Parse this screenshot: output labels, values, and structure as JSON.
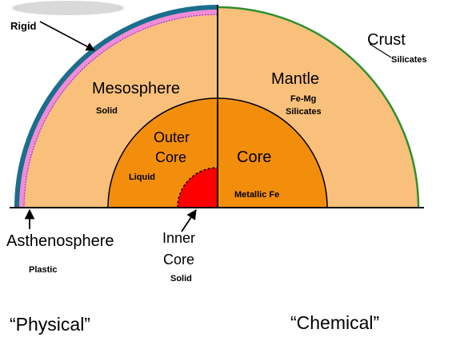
{
  "colors": {
    "mesosphere": "#f9c07c",
    "outer_core": "#f28e0c",
    "inner_core": "#ff0000",
    "lithosphere_band": "#1a6e8c",
    "asthenosphere_band": "#f08cd8",
    "crust_line": "#2f8f2f",
    "outline": "#000000",
    "top_smudge": "#d9d9d9"
  },
  "labels": {
    "rigid": "Rigid",
    "mesosphere": "Mesosphere",
    "mesosphere_state": "Solid",
    "outer_core_line1": "Outer",
    "outer_core_line2": "Core",
    "outer_core_state": "Liquid",
    "inner_core_line1": "Inner",
    "inner_core_line2": "Core",
    "inner_core_state": "Solid",
    "asthenosphere": "Asthenosphere",
    "asthenosphere_state": "Plastic",
    "mantle": "Mantle",
    "mantle_composition_line1": "Fe-Mg",
    "mantle_composition_line2": "Silicates",
    "crust": "Crust",
    "crust_composition": "Silicates",
    "core": "Core",
    "core_composition": "Metallic Fe"
  },
  "captions": {
    "physical": "“Physical”",
    "chemical": "“Chemical”"
  }
}
